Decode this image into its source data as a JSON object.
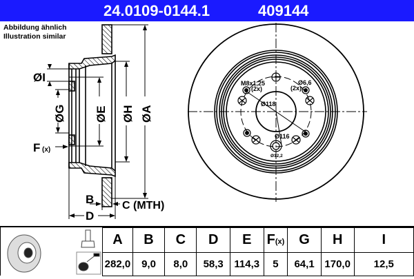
{
  "header": {
    "part_number": "24.0109-0144.1",
    "reference": "409144",
    "background_color": "#1a1aff",
    "text_color": "#ffffff"
  },
  "note": {
    "line1": "Abbildung ähnlich",
    "line2": "Illustration similar"
  },
  "side_view_labels": {
    "I": "ØI",
    "G": "ØG",
    "E": "ØE",
    "H": "ØH",
    "A": "ØA",
    "F": "F",
    "F_sub": "(x)",
    "B": "B",
    "C": "C (MTH)",
    "D": "D"
  },
  "front_view_labels": {
    "thread": "M8x1,25",
    "thread_count": "(2x)",
    "hole": "Ø6,6",
    "hole_count": "(2x)",
    "pcd1": "Ø118",
    "pcd2": "Ø116",
    "bolt_hole": "Ø12,2"
  },
  "table": {
    "headers": [
      "A",
      "B",
      "C",
      "D",
      "E",
      "F",
      "G",
      "H",
      "I"
    ],
    "f_suffix": "(x)",
    "values": [
      "282,0",
      "9,0",
      "8,0",
      "58,3",
      "114,3",
      "5",
      "64,1",
      "170,0",
      "12,5"
    ]
  },
  "icons": {
    "disc_thumbnail": "brake-disc-icon",
    "bolt": "bolt-icon",
    "grease": "grease-spray-icon"
  }
}
